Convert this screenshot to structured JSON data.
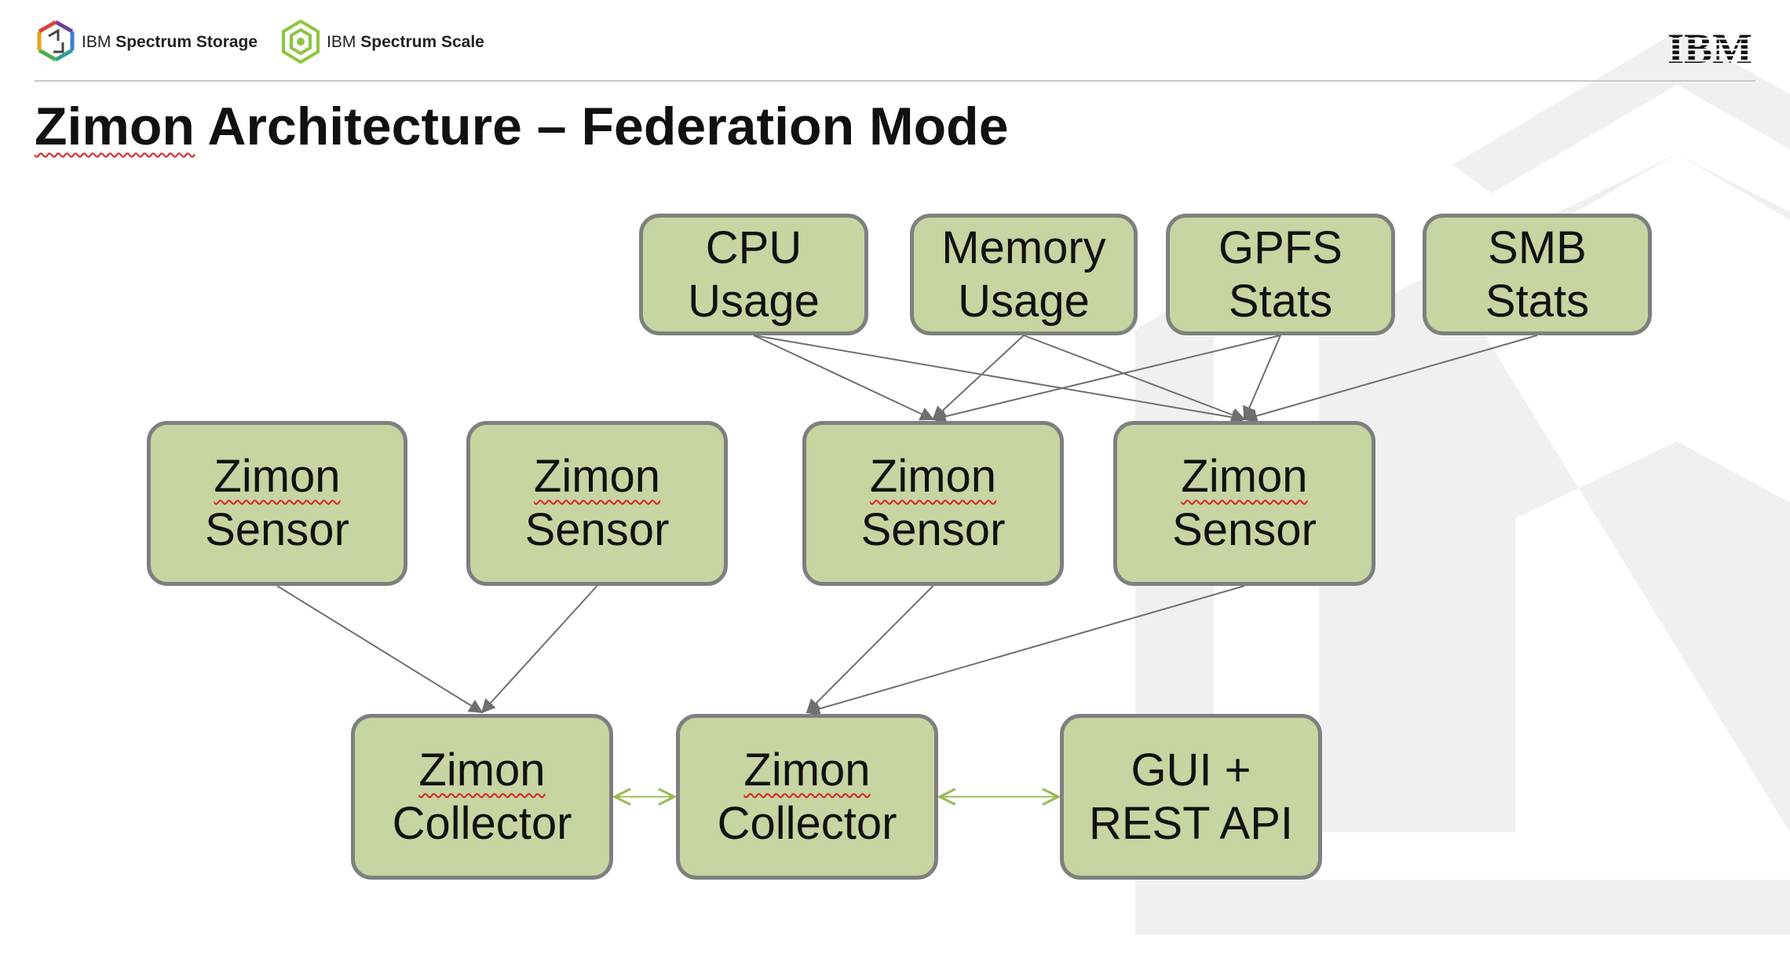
{
  "header": {
    "brand1": {
      "prefix": "IBM",
      "name": "Spectrum Storage",
      "logo_icon": "spectrum-storage-hexagon-icon"
    },
    "brand2": {
      "prefix": "IBM",
      "name": "Spectrum Scale",
      "logo_icon": "spectrum-scale-hexagon-icon"
    },
    "corporate_logo": {
      "text": "IBM",
      "icon": "ibm-striped-logo"
    }
  },
  "slide": {
    "title_word": "Zimon",
    "title_rest": " Architecture – Federation Mode"
  },
  "diagram": {
    "nodes": {
      "cpu": {
        "line1": "CPU",
        "line2": "Usage"
      },
      "memory": {
        "line1": "Memory",
        "line2": "Usage"
      },
      "gpfs": {
        "line1": "GPFS",
        "line2": "Stats"
      },
      "smb": {
        "line1": "SMB",
        "line2": "Stats"
      },
      "sensor1": {
        "line1": "Zimon",
        "line2": "Sensor"
      },
      "sensor2": {
        "line1": "Zimon",
        "line2": "Sensor"
      },
      "sensor3": {
        "line1": "Zimon",
        "line2": "Sensor"
      },
      "sensor4": {
        "line1": "Zimon",
        "line2": "Sensor"
      },
      "collector1": {
        "line1": "Zimon",
        "line2": "Collector"
      },
      "collector2": {
        "line1": "Zimon",
        "line2": "Collector"
      },
      "gui": {
        "line1": "GUI +",
        "line2": "REST API"
      }
    },
    "edges": [
      {
        "from": "cpu",
        "to": "sensor3",
        "type": "arrow"
      },
      {
        "from": "cpu",
        "to": "sensor4",
        "type": "arrow"
      },
      {
        "from": "memory",
        "to": "sensor3",
        "type": "arrow"
      },
      {
        "from": "memory",
        "to": "sensor4",
        "type": "arrow"
      },
      {
        "from": "gpfs",
        "to": "sensor3",
        "type": "arrow"
      },
      {
        "from": "gpfs",
        "to": "sensor4",
        "type": "arrow"
      },
      {
        "from": "smb",
        "to": "sensor4",
        "type": "arrow"
      },
      {
        "from": "sensor1",
        "to": "collector1",
        "type": "arrow"
      },
      {
        "from": "sensor2",
        "to": "collector1",
        "type": "arrow"
      },
      {
        "from": "sensor3",
        "to": "collector2",
        "type": "arrow"
      },
      {
        "from": "sensor4",
        "to": "collector2",
        "type": "arrow"
      },
      {
        "from": "collector1",
        "to": "collector2",
        "type": "bidirectional"
      },
      {
        "from": "collector2",
        "to": "gui",
        "type": "bidirectional"
      }
    ]
  },
  "colors": {
    "node_fill": "#c6d5a1",
    "node_border": "#7f7f7f",
    "arrow_gray": "#6f6f6f",
    "arrow_green": "#9bbb59",
    "background_hex": "#f0f0f0"
  }
}
